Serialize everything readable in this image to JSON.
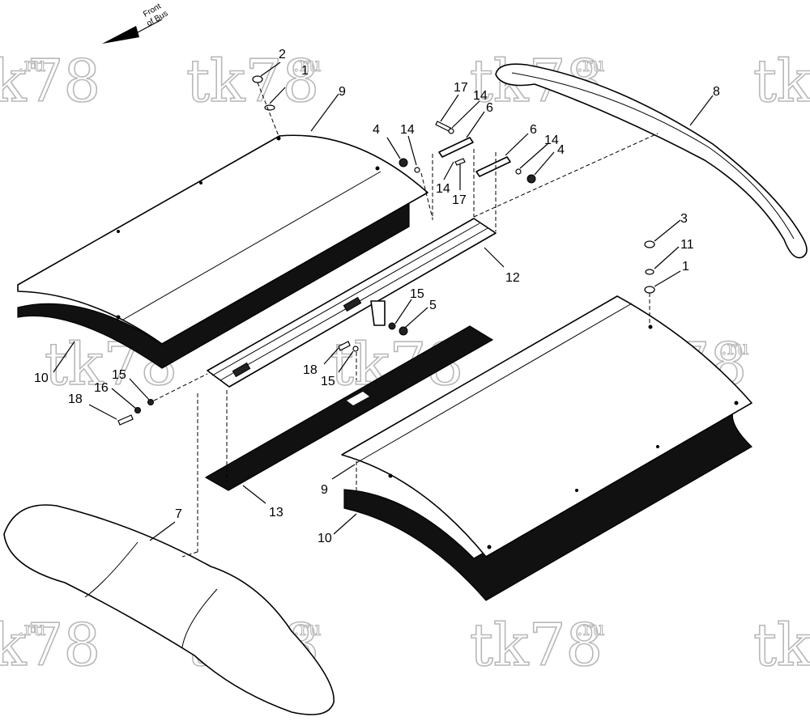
{
  "front_indicator": {
    "line1": "Front",
    "line2": "of Bus"
  },
  "watermark": {
    "main": "tk78",
    "suffix": ".ru"
  },
  "callouts": [
    {
      "id": "c-1-a",
      "label": "1"
    },
    {
      "id": "c-2",
      "label": "2"
    },
    {
      "id": "c-3",
      "label": "3"
    },
    {
      "id": "c-11",
      "label": "11"
    },
    {
      "id": "c-1-b",
      "label": "1"
    },
    {
      "id": "c-4-a",
      "label": "4"
    },
    {
      "id": "c-14-a",
      "label": "14"
    },
    {
      "id": "c-17-a",
      "label": "17"
    },
    {
      "id": "c-14-b",
      "label": "14"
    },
    {
      "id": "c-6-a",
      "label": "6"
    },
    {
      "id": "c-6-b",
      "label": "6"
    },
    {
      "id": "c-14-c",
      "label": "14"
    },
    {
      "id": "c-4-b",
      "label": "4"
    },
    {
      "id": "c-14-d",
      "label": "14"
    },
    {
      "id": "c-17-b",
      "label": "17"
    },
    {
      "id": "c-8",
      "label": "8"
    },
    {
      "id": "c-9-a",
      "label": "9"
    },
    {
      "id": "c-12",
      "label": "12"
    },
    {
      "id": "c-15-a",
      "label": "15"
    },
    {
      "id": "c-5",
      "label": "5"
    },
    {
      "id": "c-18-a",
      "label": "18"
    },
    {
      "id": "c-15-b",
      "label": "15"
    },
    {
      "id": "c-10-a",
      "label": "10"
    },
    {
      "id": "c-16",
      "label": "16"
    },
    {
      "id": "c-15-c",
      "label": "15"
    },
    {
      "id": "c-18-b",
      "label": "18"
    },
    {
      "id": "c-13",
      "label": "13"
    },
    {
      "id": "c-7",
      "label": "7"
    },
    {
      "id": "c-9-b",
      "label": "9"
    },
    {
      "id": "c-10-b",
      "label": "10"
    }
  ]
}
